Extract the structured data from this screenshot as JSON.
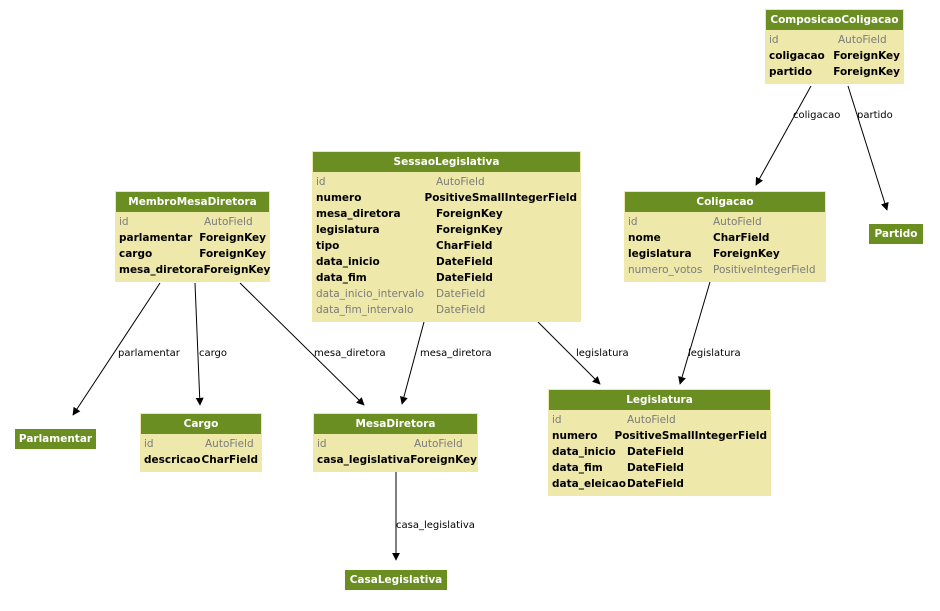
{
  "models": {
    "composicao_coligacao": {
      "name": "ComposicaoColigacao",
      "fields": [
        {
          "name": "id",
          "type": "AutoField",
          "style": "key"
        },
        {
          "name": "coligacao",
          "type": "ForeignKey",
          "style": "bold"
        },
        {
          "name": "partido",
          "type": "ForeignKey",
          "style": "bold"
        }
      ]
    },
    "sessao_legislativa": {
      "name": "SessaoLegislativa",
      "fields": [
        {
          "name": "id",
          "type": "AutoField",
          "style": "key"
        },
        {
          "name": "numero",
          "type": "PositiveSmallIntegerField",
          "style": "bold"
        },
        {
          "name": "mesa_diretora",
          "type": "ForeignKey",
          "style": "bold"
        },
        {
          "name": "legislatura",
          "type": "ForeignKey",
          "style": "bold"
        },
        {
          "name": "tipo",
          "type": "CharField",
          "style": "bold"
        },
        {
          "name": "data_inicio",
          "type": "DateField",
          "style": "bold"
        },
        {
          "name": "data_fim",
          "type": "DateField",
          "style": "bold"
        },
        {
          "name": "data_inicio_intervalo",
          "type": "DateField",
          "style": "opt"
        },
        {
          "name": "data_fim_intervalo",
          "type": "DateField",
          "style": "opt"
        }
      ]
    },
    "membro_mesa_diretora": {
      "name": "MembroMesaDiretora",
      "fields": [
        {
          "name": "id",
          "type": "AutoField",
          "style": "key"
        },
        {
          "name": "parlamentar",
          "type": "ForeignKey",
          "style": "bold"
        },
        {
          "name": "cargo",
          "type": "ForeignKey",
          "style": "bold"
        },
        {
          "name": "mesa_diretora",
          "type": "ForeignKey",
          "style": "bold"
        }
      ]
    },
    "coligacao": {
      "name": "Coligacao",
      "fields": [
        {
          "name": "id",
          "type": "AutoField",
          "style": "key"
        },
        {
          "name": "nome",
          "type": "CharField",
          "style": "bold"
        },
        {
          "name": "legislatura",
          "type": "ForeignKey",
          "style": "bold"
        },
        {
          "name": "numero_votos",
          "type": "PositiveIntegerField",
          "style": "opt"
        }
      ]
    },
    "cargo": {
      "name": "Cargo",
      "fields": [
        {
          "name": "id",
          "type": "AutoField",
          "style": "key"
        },
        {
          "name": "descricao",
          "type": "CharField",
          "style": "bold"
        }
      ]
    },
    "mesa_diretora": {
      "name": "MesaDiretora",
      "fields": [
        {
          "name": "id",
          "type": "AutoField",
          "style": "key"
        },
        {
          "name": "casa_legislativa",
          "type": "ForeignKey",
          "style": "bold"
        }
      ]
    },
    "legislatura": {
      "name": "Legislatura",
      "fields": [
        {
          "name": "id",
          "type": "AutoField",
          "style": "key"
        },
        {
          "name": "numero",
          "type": "PositiveSmallIntegerField",
          "style": "bold"
        },
        {
          "name": "data_inicio",
          "type": "DateField",
          "style": "bold"
        },
        {
          "name": "data_fim",
          "type": "DateField",
          "style": "bold"
        },
        {
          "name": "data_eleicao",
          "type": "DateField",
          "style": "bold"
        }
      ]
    }
  },
  "external_models": {
    "partido": "Partido",
    "parlamentar": "Parlamentar",
    "casa_legislativa": "CasaLegislativa"
  },
  "relations": [
    {
      "id": "cc-coligacao",
      "from": "ComposicaoColigacao",
      "to": "Coligacao",
      "label": "coligacao"
    },
    {
      "id": "cc-partido",
      "from": "ComposicaoColigacao",
      "to": "Partido",
      "label": "partido"
    },
    {
      "id": "sl-mesa",
      "from": "SessaoLegislativa",
      "to": "MesaDiretora",
      "label": "mesa_diretora"
    },
    {
      "id": "sl-legislatura",
      "from": "SessaoLegislativa",
      "to": "Legislatura",
      "label": "legislatura"
    },
    {
      "id": "col-legislatura",
      "from": "Coligacao",
      "to": "Legislatura",
      "label": "legislatura"
    },
    {
      "id": "mmd-parlamentar",
      "from": "MembroMesaDiretora",
      "to": "Parlamentar",
      "label": "parlamentar"
    },
    {
      "id": "mmd-cargo",
      "from": "MembroMesaDiretora",
      "to": "Cargo",
      "label": "cargo"
    },
    {
      "id": "mmd-mesa",
      "from": "MembroMesaDiretora",
      "to": "MesaDiretora",
      "label": "mesa_diretora"
    },
    {
      "id": "md-casa",
      "from": "MesaDiretora",
      "to": "CasaLegislativa",
      "label": "casa_legislativa"
    }
  ],
  "colors": {
    "header": "#6b8e23",
    "body": "#eee8aa",
    "muted_text": "#7b7b7b",
    "edge": "#000000"
  }
}
